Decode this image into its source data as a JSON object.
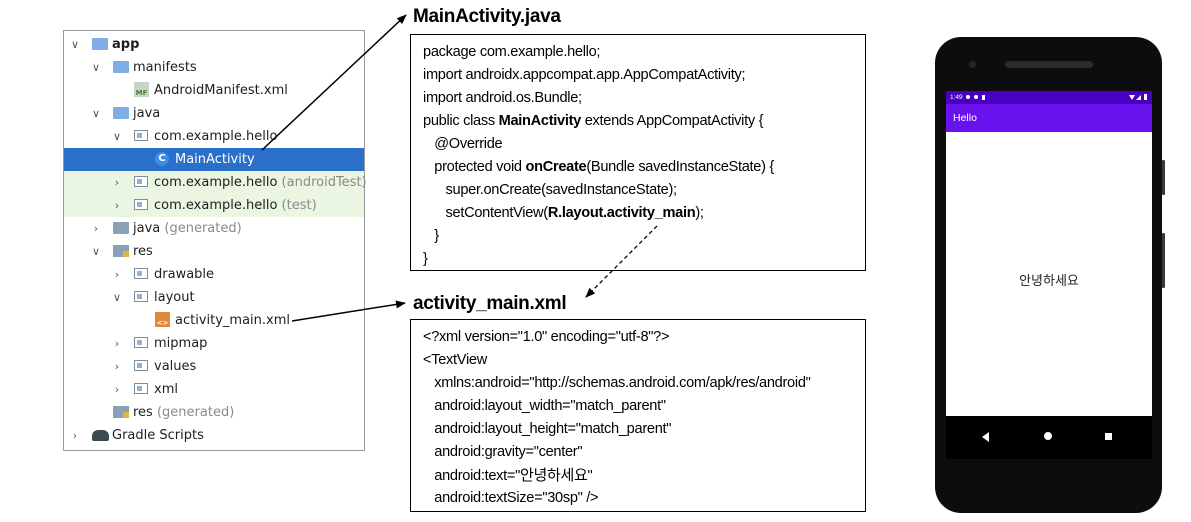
{
  "tree": {
    "rows": [
      {
        "chevron": "∨",
        "label": "app",
        "suffix": ""
      },
      {
        "chevron": "∨",
        "label": "manifests",
        "suffix": ""
      },
      {
        "chevron": "",
        "label": "AndroidManifest.xml",
        "suffix": ""
      },
      {
        "chevron": "∨",
        "label": "java",
        "suffix": ""
      },
      {
        "chevron": "∨",
        "label": "com.example.hello",
        "suffix": ""
      },
      {
        "chevron": "",
        "label": "MainActivity",
        "suffix": ""
      },
      {
        "chevron": "›",
        "label": "com.example.hello",
        "suffix": "(androidTest)"
      },
      {
        "chevron": "›",
        "label": "com.example.hello",
        "suffix": "(test)"
      },
      {
        "chevron": "›",
        "label": "java",
        "suffix": "(generated)"
      },
      {
        "chevron": "∨",
        "label": "res",
        "suffix": ""
      },
      {
        "chevron": "›",
        "label": "drawable",
        "suffix": ""
      },
      {
        "chevron": "∨",
        "label": "layout",
        "suffix": ""
      },
      {
        "chevron": "",
        "label": "activity_main.xml",
        "suffix": ""
      },
      {
        "chevron": "›",
        "label": "mipmap",
        "suffix": ""
      },
      {
        "chevron": "›",
        "label": "values",
        "suffix": ""
      },
      {
        "chevron": "›",
        "label": "xml",
        "suffix": ""
      },
      {
        "chevron": "",
        "label": "res",
        "suffix": "(generated)"
      },
      {
        "chevron": "›",
        "label": "Gradle Scripts",
        "suffix": ""
      }
    ],
    "icon_names": [
      "module-folder-icon",
      "folder-icon",
      "manifest-file-icon",
      "folder-icon",
      "package-icon",
      "class-icon",
      "package-icon",
      "package-icon",
      "generated-folder-icon",
      "res-folder-icon",
      "package-icon",
      "package-icon",
      "layout-xml-icon",
      "package-icon",
      "package-icon",
      "package-icon",
      "res-folder-icon",
      "gradle-icon"
    ],
    "selected_color": "#2a6fc9",
    "test_color": "#eaf5e2"
  },
  "java_file": {
    "title": "MainActivity.java",
    "lines": [
      [
        "package com.example.hello;"
      ],
      [
        "import androidx.appcompat.app.AppCompatActivity;"
      ],
      [
        "import android.os.Bundle;"
      ],
      [
        "public class ",
        {
          "b": "MainActivity"
        },
        " extends AppCompatActivity {"
      ],
      [
        "   @Override"
      ],
      [
        "   protected void ",
        {
          "b": "onCreate"
        },
        "(Bundle savedInstanceState) {"
      ],
      [
        "      super.onCreate(savedInstanceState);"
      ],
      [
        "      setContentView(",
        {
          "b": "R.layout.activity_main"
        },
        ");"
      ],
      [
        "   }"
      ],
      [
        "}"
      ]
    ]
  },
  "xml_file": {
    "title": "activity_main.xml",
    "lines": [
      [
        "<?xml version=\"1.0\" encoding=\"utf-8\"?>"
      ],
      [
        "<TextView"
      ],
      [
        "   xmlns:android=\"http://schemas.android.com/apk/res/android\""
      ],
      [
        "   android:layout_width=\"match_parent\""
      ],
      [
        "   android:layout_height=\"match_parent\""
      ],
      [
        "   android:gravity=\"center\""
      ],
      [
        "   android:text=\"",
        {
          "k": "안녕하세요"
        },
        "\""
      ],
      [
        "   android:textSize=\"30sp\" />"
      ]
    ]
  },
  "phone": {
    "status_time": "1:49",
    "app_title": "Hello",
    "center_text": "안녕하세요",
    "statusbar_color": "#4a00c4",
    "appbar_color": "#6a12ee"
  }
}
